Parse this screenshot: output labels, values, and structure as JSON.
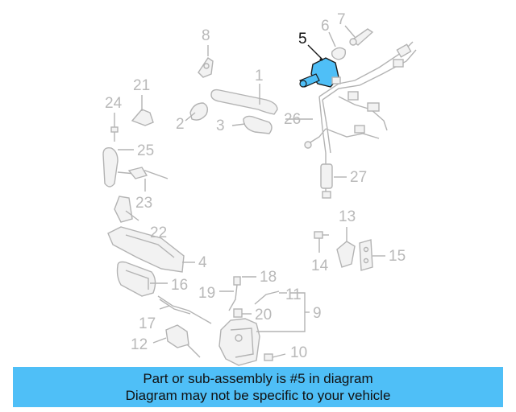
{
  "diagram": {
    "callouts": [
      "1",
      "2",
      "3",
      "4",
      "5",
      "6",
      "7",
      "8",
      "9",
      "10",
      "11",
      "12",
      "13",
      "14",
      "15",
      "16",
      "17",
      "18",
      "19",
      "20",
      "21",
      "22",
      "23",
      "24",
      "25",
      "26",
      "27"
    ],
    "highlighted_part": "5",
    "colors": {
      "highlight": "#4fbff7",
      "parts": "#b3b3b3",
      "active_label": "#111111"
    }
  },
  "banner": {
    "line1": "Part or sub-assembly is #5 in diagram",
    "line2": "Diagram may not be specific to your vehicle"
  }
}
